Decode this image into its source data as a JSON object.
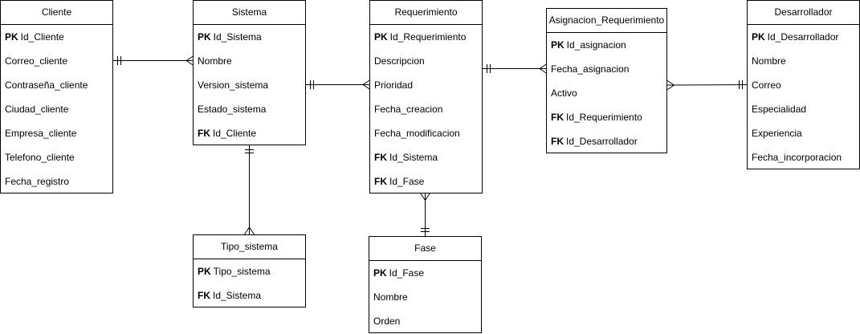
{
  "entities": {
    "cliente": {
      "title": "Cliente",
      "rows": [
        {
          "key": "PK",
          "name": "Id_Cliente"
        },
        {
          "key": "",
          "name": "Correo_cliente"
        },
        {
          "key": "",
          "name": "Contraseña_cliente"
        },
        {
          "key": "",
          "name": "Ciudad_cliente"
        },
        {
          "key": "",
          "name": "Empresa_cliente"
        },
        {
          "key": "",
          "name": "Telefono_cliente"
        },
        {
          "key": "",
          "name": "Fecha_registro"
        }
      ]
    },
    "sistema": {
      "title": "Sistema",
      "rows": [
        {
          "key": "PK",
          "name": "Id_Sistema"
        },
        {
          "key": "",
          "name": "Nombre"
        },
        {
          "key": "",
          "name": "Version_sistema"
        },
        {
          "key": "",
          "name": "Estado_sistema"
        },
        {
          "key": "FK",
          "name": "Id_Cliente"
        }
      ]
    },
    "requerimiento": {
      "title": "Requerimiento",
      "rows": [
        {
          "key": "PK",
          "name": "Id_Requerimiento"
        },
        {
          "key": "",
          "name": "Descripcion"
        },
        {
          "key": "",
          "name": "Prioridad"
        },
        {
          "key": "",
          "name": "Fecha_creacion"
        },
        {
          "key": "",
          "name": "Fecha_modificacion"
        },
        {
          "key": "FK",
          "name": "Id_Sistema"
        },
        {
          "key": "FK",
          "name": "Id_Fase"
        }
      ]
    },
    "asignacion": {
      "title": "Asignacion_Requerimiento",
      "rows": [
        {
          "key": "PK",
          "name": "Id_asignacion"
        },
        {
          "key": "",
          "name": "Fecha_asignacion"
        },
        {
          "key": "",
          "name": "Activo"
        },
        {
          "key": "FK",
          "name": "Id_Requerimiento"
        },
        {
          "key": "FK",
          "name": "Id_Desarrollador"
        }
      ]
    },
    "desarrollador": {
      "title": "Desarrollador",
      "rows": [
        {
          "key": "PK",
          "name": "Id_Desarrollador"
        },
        {
          "key": "",
          "name": "Nombre"
        },
        {
          "key": "",
          "name": "Correo"
        },
        {
          "key": "",
          "name": "Especialidad"
        },
        {
          "key": "",
          "name": "Experiencia"
        },
        {
          "key": "",
          "name": "Fecha_incorporacion"
        }
      ]
    },
    "tipo_sistema": {
      "title": "Tipo_sistema",
      "rows": [
        {
          "key": "PK",
          "name": "Tipo_sistema"
        },
        {
          "key": "FK",
          "name": "Id_Sistema"
        }
      ]
    },
    "fase": {
      "title": "Fase",
      "rows": [
        {
          "key": "PK",
          "name": "Id_Fase"
        },
        {
          "key": "",
          "name": "Nombre"
        },
        {
          "key": "",
          "name": "Orden"
        }
      ]
    }
  },
  "relationships": [
    {
      "from": "cliente",
      "from_end": "one",
      "to": "sistema",
      "to_end": "many"
    },
    {
      "from": "sistema",
      "from_end": "one",
      "to": "requerimiento",
      "to_end": "many"
    },
    {
      "from": "requerimiento",
      "from_end": "one",
      "to": "asignacion",
      "to_end": "many"
    },
    {
      "from": "desarrollador",
      "from_end": "one",
      "to": "asignacion",
      "to_end": "many"
    },
    {
      "from": "sistema",
      "from_end": "one",
      "to": "tipo_sistema",
      "to_end": "many"
    },
    {
      "from": "fase",
      "from_end": "one",
      "to": "requerimiento",
      "to_end": "many"
    }
  ]
}
